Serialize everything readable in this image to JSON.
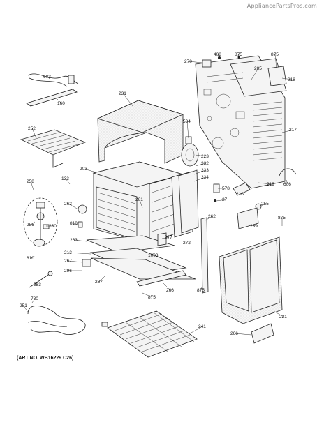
{
  "header": {
    "watermark": "AppliancePartsPros.com"
  },
  "footer": {
    "art_no": "(ART NO. WB16229 C26)"
  },
  "callouts": [
    {
      "id": "c408",
      "text": "408"
    },
    {
      "id": "c875a",
      "text": "875"
    },
    {
      "id": "c875b",
      "text": "875"
    },
    {
      "id": "c270",
      "text": "270"
    },
    {
      "id": "c285",
      "text": "285"
    },
    {
      "id": "c218",
      "text": "218"
    },
    {
      "id": "c217",
      "text": "217"
    },
    {
      "id": "c603",
      "text": "603"
    },
    {
      "id": "c160",
      "text": "160"
    },
    {
      "id": "c231",
      "text": "231"
    },
    {
      "id": "c534",
      "text": "534"
    },
    {
      "id": "c252",
      "text": "252"
    },
    {
      "id": "c203",
      "text": "203"
    },
    {
      "id": "c133",
      "text": "133"
    },
    {
      "id": "c223",
      "text": "223"
    },
    {
      "id": "c232",
      "text": "232"
    },
    {
      "id": "c233",
      "text": "233"
    },
    {
      "id": "c234",
      "text": "234"
    },
    {
      "id": "c578",
      "text": "578"
    },
    {
      "id": "c27",
      "text": "27"
    },
    {
      "id": "c219",
      "text": "219"
    },
    {
      "id": "c606",
      "text": "606"
    },
    {
      "id": "c258",
      "text": "258"
    },
    {
      "id": "c216",
      "text": "216"
    },
    {
      "id": "c262a",
      "text": "262"
    },
    {
      "id": "c261",
      "text": "261"
    },
    {
      "id": "c255",
      "text": "255"
    },
    {
      "id": "c256",
      "text": "256"
    },
    {
      "id": "c260",
      "text": "260"
    },
    {
      "id": "c810a",
      "text": "810"
    },
    {
      "id": "c262b",
      "text": "262"
    },
    {
      "id": "c269",
      "text": "269"
    },
    {
      "id": "c875c",
      "text": "875"
    },
    {
      "id": "c277",
      "text": "277"
    },
    {
      "id": "c263",
      "text": "263"
    },
    {
      "id": "c272",
      "text": "272"
    },
    {
      "id": "c212",
      "text": "212"
    },
    {
      "id": "c810b",
      "text": "810"
    },
    {
      "id": "c267",
      "text": "267"
    },
    {
      "id": "c1003",
      "text": "1003"
    },
    {
      "id": "c296",
      "text": "296"
    },
    {
      "id": "c237",
      "text": "237"
    },
    {
      "id": "c253",
      "text": "253"
    },
    {
      "id": "c266a",
      "text": "266"
    },
    {
      "id": "c875d",
      "text": "875"
    },
    {
      "id": "c875e",
      "text": "875"
    },
    {
      "id": "c251",
      "text": "251"
    },
    {
      "id": "c780",
      "text": "780"
    },
    {
      "id": "c221",
      "text": "221"
    },
    {
      "id": "c241",
      "text": "241"
    },
    {
      "id": "c266b",
      "text": "266"
    }
  ]
}
